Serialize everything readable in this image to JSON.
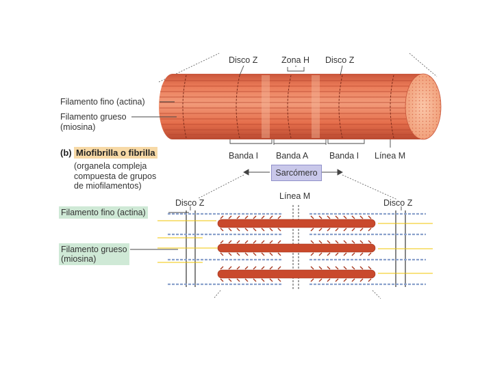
{
  "top_labels": {
    "disco_z_left": "Disco Z",
    "zona_h": "Zona H",
    "disco_z_right": "Disco Z"
  },
  "left_labels": {
    "filamento_fino": "Filamento fino (actina)",
    "filamento_grueso_1": "Filamento grueso",
    "filamento_grueso_2": "(miosina)"
  },
  "bottom_labels": {
    "banda_i_left": "Banda I",
    "banda_a": "Banda A",
    "banda_i_right": "Banda I",
    "linea_m": "Línea M",
    "sarcomero": "Sarcómero"
  },
  "caption": {
    "tag": "(b)",
    "title": "Miofibrilla o fibrilla",
    "line1": "(organela compleja",
    "line2": "compuesta de grupos",
    "line3": "de miofilamentos)"
  },
  "lower_labels": {
    "disco_z_left": "Disco Z",
    "linea_m": "Línea M",
    "disco_z_right": "Disco Z",
    "filamento_fino": "Filamento fino (actina)",
    "filamento_grueso_1": "Filamento grueso",
    "filamento_grueso_2": "(miosina)"
  },
  "colors": {
    "cylinder": "#e8734f",
    "cylinder_end": "#f7b08d",
    "highlight_tag": "#f7d9a6",
    "green_tag": "#cfe9d6",
    "sarcomere_tag": "#c9c8ea",
    "myosin": "#c8472a",
    "actin": "#7f97c4",
    "leader": "#f0c400"
  }
}
